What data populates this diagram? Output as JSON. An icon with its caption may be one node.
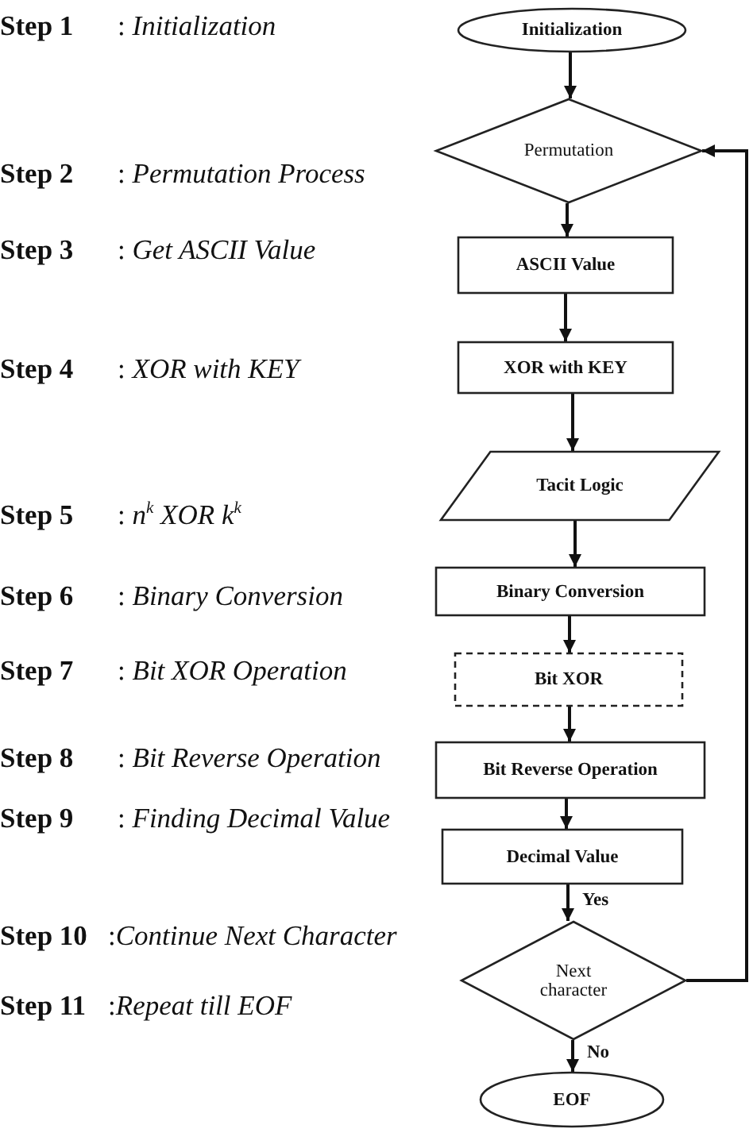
{
  "diagram": {
    "nodes": [
      {
        "text": [
          "Initialization"
        ]
      },
      {
        "text": [
          "Permutation"
        ]
      },
      {
        "text": [
          "ASCII Value"
        ]
      },
      {
        "text": [
          "XOR with KEY"
        ]
      },
      {
        "text": [
          "Tacit Logic"
        ]
      },
      {
        "text": [
          "Binary Conversion"
        ]
      },
      {
        "text": [
          "Bit XOR"
        ]
      },
      {
        "text": [
          "Bit Reverse Operation"
        ]
      },
      {
        "text": [
          "Decimal Value"
        ]
      },
      {
        "text": [
          "Next character"
        ]
      },
      {
        "text": [
          "EOF"
        ]
      }
    ],
    "edges": [
      {
        "from": 0,
        "to": 1,
        "arrow": "to"
      },
      {
        "from": 1,
        "to": 2,
        "arrow": "to"
      },
      {
        "from": 2,
        "to": 3,
        "arrow": "to"
      },
      {
        "from": 3,
        "to": 4,
        "arrow": "to"
      },
      {
        "from": 4,
        "to": 5,
        "arrow": "to"
      },
      {
        "from": 5,
        "to": 6,
        "arrow": "to"
      },
      {
        "from": 6,
        "to": 7,
        "arrow": "to"
      },
      {
        "from": 7,
        "to": 8,
        "arrow": "to"
      },
      {
        "from": 8,
        "to": 9,
        "arrow": "to",
        "label": "Yes"
      },
      {
        "from": 9,
        "to": 10,
        "arrow": "to",
        "label": "No"
      },
      {
        "from": 9,
        "to": 1,
        "arrow": "to"
      }
    ],
    "labels": [
      "Step 1",
      ": *Initialization*",
      "Step 2",
      ": *Permutation Process*",
      "Step 3",
      ": *Get ASCII Value*",
      "Step 4",
      ": *XOR with KEY*",
      "Step 5",
      ": *n*$^{k}$ *XOR k*$^{k}$",
      "Step 6",
      ": *Binary Conversion*",
      "Step 7",
      ": *Bit XOR Operation*",
      "Step 8",
      ": *Bit Reverse Operation*",
      "Step 9",
      ": *Finding Decimal Value*",
      "Step 10",
      ":*Continue Next Character*",
      "Step 11",
      ":*Repeat till EOF*"
    ]
  }
}
